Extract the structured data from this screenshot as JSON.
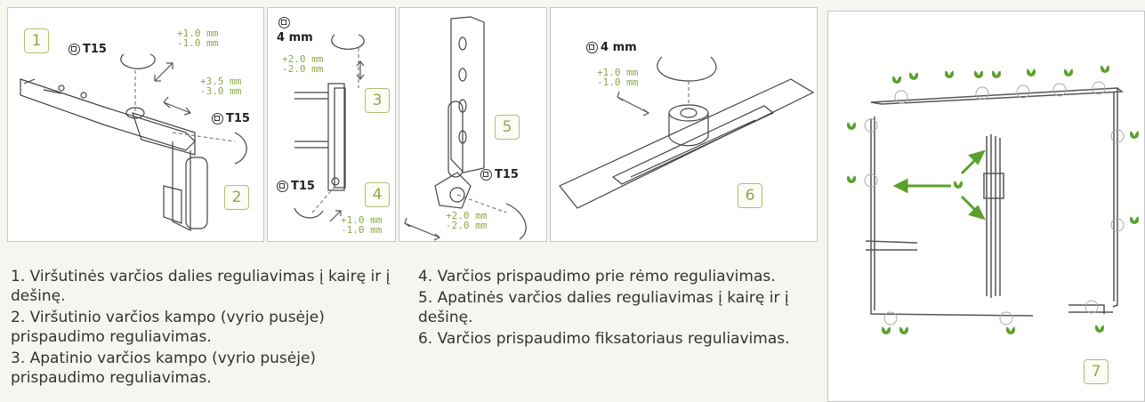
{
  "panels": {
    "p1": {
      "number": "1",
      "tool": "T15",
      "adjust_a": [
        "+1.0 mm",
        "-1.0 mm"
      ],
      "adjust_b": [
        "+3.5 mm",
        "-3.0 mm"
      ],
      "tool2": "T15",
      "number2": "2"
    },
    "p3": {
      "tool": "4 mm",
      "adjust": [
        "+2.0 mm",
        "-2.0 mm"
      ],
      "number": "3",
      "tool2": "T15",
      "number2": "4",
      "adjust2": [
        "+1.0 mm",
        "-1.0 mm"
      ]
    },
    "p5": {
      "number": "5",
      "tool": "T15",
      "adjust": [
        "+2.0 mm",
        "-2.0 mm"
      ]
    },
    "p6": {
      "tool": "4 mm",
      "adjust": [
        "+1.0 mm",
        "-1.0 mm"
      ],
      "number": "6"
    },
    "p7": {
      "number": "7"
    }
  },
  "descriptions": {
    "col1": [
      "1. Viršutinės varčios dalies reguliavimas į kairę ir į dešinę.",
      "2. Viršutinio varčios kampo (vyrio pusėje) prispaudimo reguliavimas.",
      "3. Apatinio varčios kampo (vyrio pusėje) prispaudimo reguliavimas."
    ],
    "col2": [
      "4. Varčios prispaudimo prie rėmo reguliavimas.",
      "5. Apatinės varčios dalies reguliavimas į kairę ir į dešinę.",
      "6. Varčios prispaudimo fiksatoriaus reguliavimas."
    ]
  },
  "colors": {
    "accent": "#8aa84b",
    "drop": "#5aa02c",
    "frame": "#555555"
  }
}
